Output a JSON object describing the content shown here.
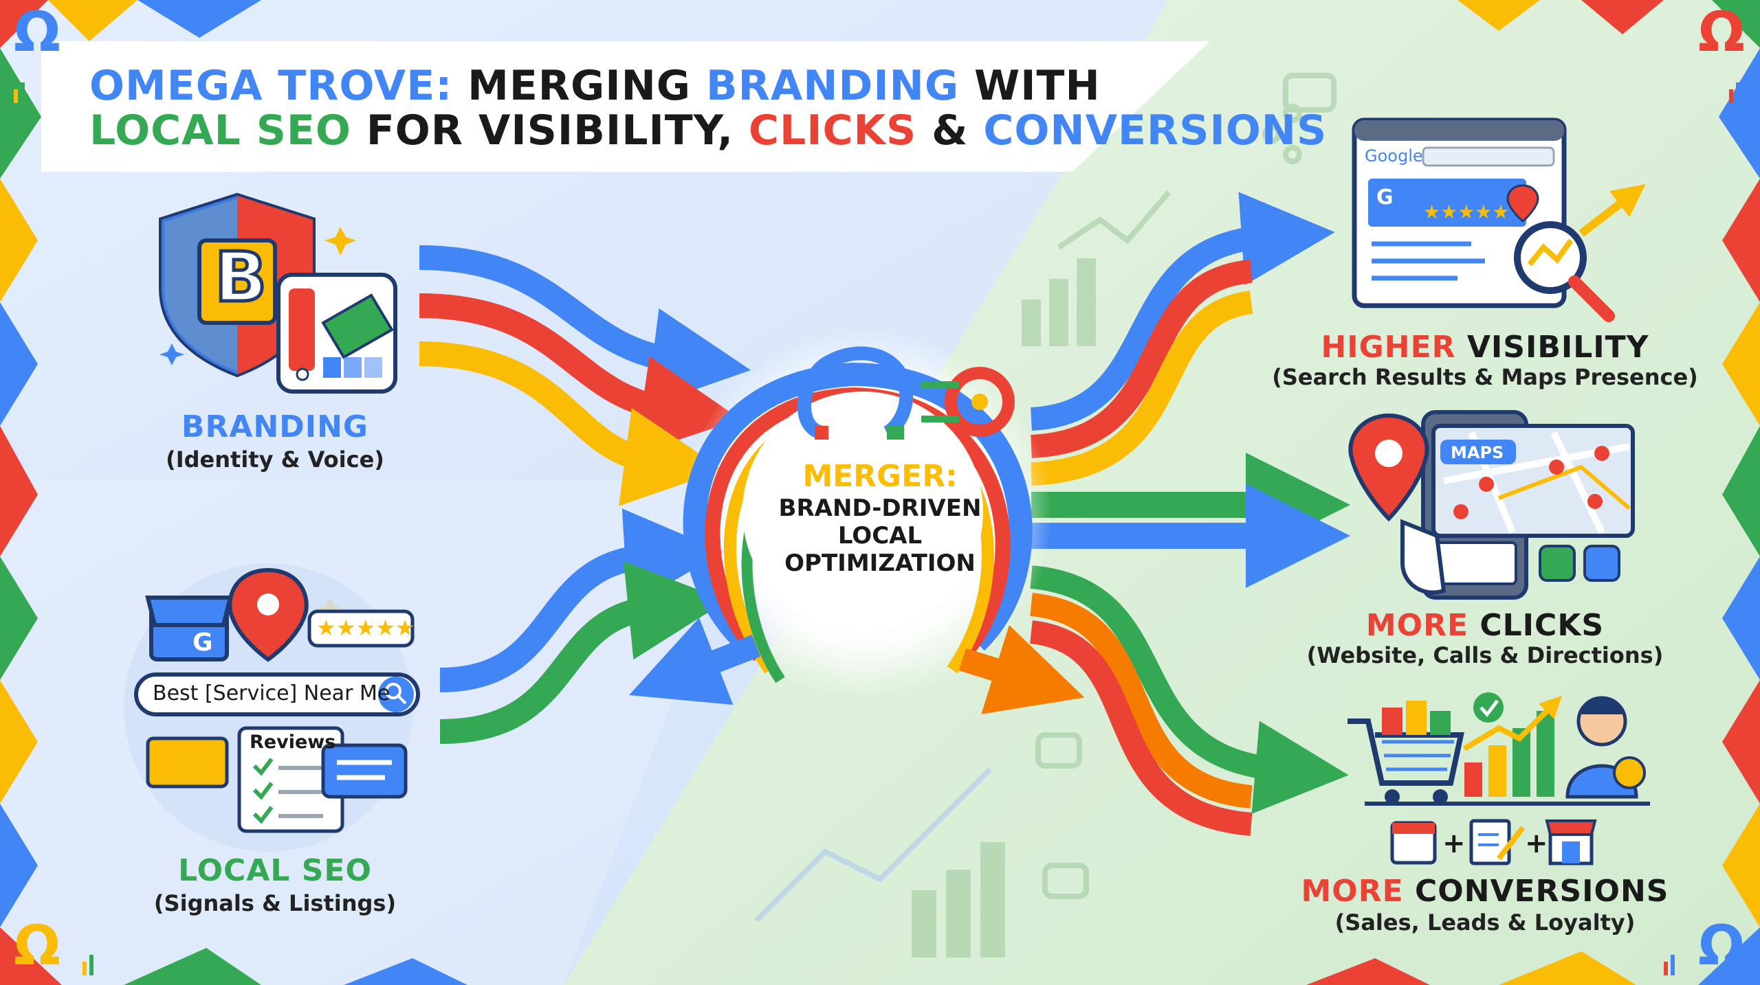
{
  "title": {
    "line1": [
      {
        "text": "OMEGA TROVE: ",
        "color": "#4285F4"
      },
      {
        "text": "MERGING ",
        "color": "#1a1a1a"
      },
      {
        "text": "BRANDING ",
        "color": "#4285F4"
      },
      {
        "text": "WITH",
        "color": "#1a1a1a"
      }
    ],
    "line2": [
      {
        "text": "LOCAL SEO ",
        "color": "#34A853"
      },
      {
        "text": "FOR VISIBILITY, ",
        "color": "#1a1a1a"
      },
      {
        "text": "CLICKS ",
        "color": "#EA4335"
      },
      {
        "text": "& ",
        "color": "#1a1a1a"
      },
      {
        "text": "CONVERSIONS",
        "color": "#4285F4"
      }
    ]
  },
  "branding": {
    "title": "BRANDING",
    "subtitle": "(Identity & Voice)",
    "shield_letter": "B"
  },
  "local_seo": {
    "title": "LOCAL SEO",
    "subtitle": "(Signals & Listings)",
    "store_letter": "G",
    "search_text": "Best [Service] Near Me",
    "reviews_label": "Reviews",
    "rating_stars": "★★★★★"
  },
  "center": {
    "title": "MERGER:",
    "line1": "BRAND-DRIVEN",
    "line2": "LOCAL",
    "line3": "OPTIMIZATION"
  },
  "outcomes": {
    "visibility": {
      "title_a": "HIGHER",
      "title_b": "VISIBILITY",
      "subtitle": "(Search Results & Maps Presence)",
      "browser_label": "Google",
      "card_letter": "G",
      "card_stars": "★★★★★"
    },
    "clicks": {
      "title_a": "MORE",
      "title_b": "CLICKS",
      "subtitle": "(Website, Calls & Directions)",
      "maps_label": "MAPS"
    },
    "conversions": {
      "title_a": "MORE",
      "title_b": "CONVERSIONS",
      "subtitle": "(Sales, Leads & Loyalty)",
      "plus1": "+",
      "plus2": "+"
    }
  },
  "corner_glyph": "Ω",
  "colors": {
    "blue": "#4285F4",
    "red": "#EA4335",
    "yellow": "#FBBC05",
    "green": "#34A853",
    "bg_left": "#dce8fb",
    "bg_right": "#dcefd9"
  }
}
